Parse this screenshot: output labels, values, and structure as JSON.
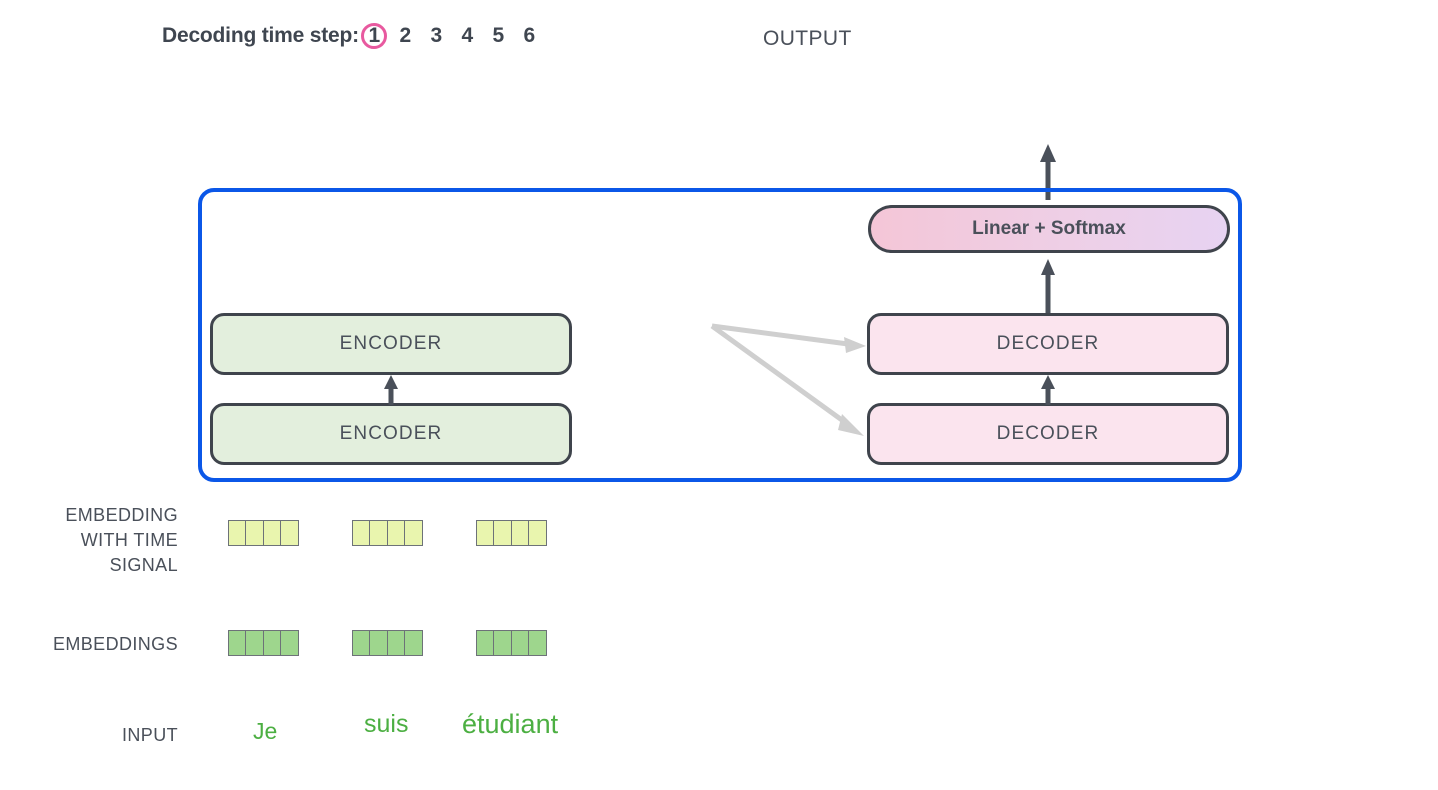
{
  "header": {
    "timestep_label": "Decoding time step:",
    "steps": [
      "1",
      "2",
      "3",
      "4",
      "5",
      "6"
    ],
    "active_step_index": 0,
    "active_step_ring_color": "#e8599f",
    "output_label": "OUTPUT"
  },
  "model": {
    "container_border_color": "#0b57e8",
    "linear_softmax_label": "Linear + Softmax",
    "encoders": [
      {
        "label": "ENCODER"
      },
      {
        "label": "ENCODER"
      }
    ],
    "decoders": [
      {
        "label": "DECODER"
      },
      {
        "label": "DECODER"
      }
    ],
    "encoder_fill": "#e3efdd",
    "decoder_fill": "#fbe4ee",
    "block_border": "#3f444c"
  },
  "rows": {
    "embedding_with_time_signal": "EMBEDDING\nWITH TIME\nSIGNAL",
    "embedding_with_time_signal_lines": [
      "EMBEDDING",
      "WITH TIME",
      "SIGNAL"
    ],
    "embeddings": "EMBEDDINGS",
    "input": "INPUT"
  },
  "vectors": {
    "time_signal_fill": "#e9f5ae",
    "embeddings_fill": "#9ed68d",
    "cells_per_vector": 4,
    "count": 3
  },
  "input_words": [
    "Je",
    "suis",
    "étudiant"
  ],
  "input_word_color": "#4caf42",
  "arrows": {
    "dark_color": "#4a505a",
    "light_color": "#cfcfcf"
  }
}
